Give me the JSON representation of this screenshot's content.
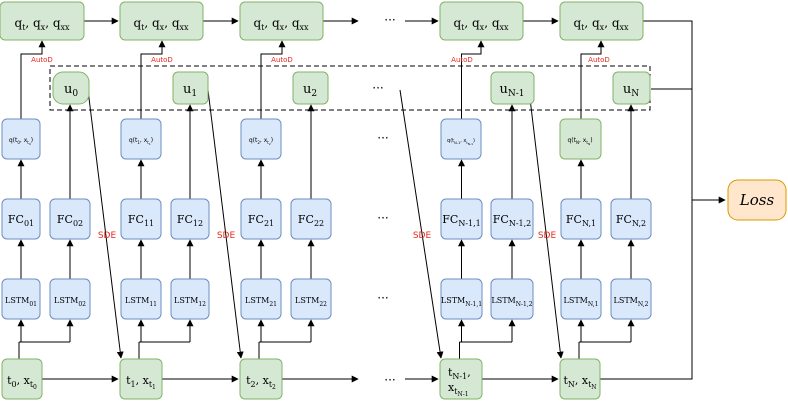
{
  "top_nodes": [
    {
      "label": "q",
      "sub": "t",
      "rest": ", q",
      "sub2": "x",
      "rest2": ", q",
      "sub3": "xx"
    },
    {
      "label": "q",
      "sub": "t",
      "rest": ", q",
      "sub2": "x",
      "rest2": ", q",
      "sub3": "xx"
    },
    {
      "label": "q",
      "sub": "t",
      "rest": ", q",
      "sub2": "x",
      "rest2": ", q",
      "sub3": "xx"
    },
    {
      "label": "q",
      "sub": "t",
      "rest": ", q",
      "sub2": "x",
      "rest2": ", q",
      "sub3": "xx"
    },
    {
      "label": "q",
      "sub": "t",
      "rest": ", q",
      "sub2": "x",
      "rest2": ", q",
      "sub3": "xx"
    }
  ],
  "autod_label": "AutoD",
  "sde_label": "SDE",
  "dots": "···",
  "u_nodes": [
    {
      "base": "u",
      "sub": "0"
    },
    {
      "base": "u",
      "sub": "1"
    },
    {
      "base": "u",
      "sub": "2"
    },
    {
      "base": "u",
      "sub": "N-1"
    },
    {
      "base": "u",
      "sub": "N"
    }
  ],
  "q_nodes": [
    {
      "pre": "q(t",
      "s1": "0",
      "mid": ", x",
      "s2": "t",
      "s3": "0",
      "post": ")"
    },
    {
      "pre": "q(t",
      "s1": "1",
      "mid": ", x",
      "s2": "t",
      "s3": "1",
      "post": ")"
    },
    {
      "pre": "q(t",
      "s1": "2",
      "mid": ", x",
      "s2": "t",
      "s3": "2",
      "post": ")"
    },
    {
      "pre": "q(t",
      "s1": "N-1",
      "mid": ", x",
      "s2": "t",
      "s3": "N-1",
      "post": ")"
    },
    {
      "pre": "q(t",
      "s1": "N",
      "mid": ", x",
      "s2": "t",
      "s3": "N",
      "post": ")"
    }
  ],
  "fc_nodes": [
    {
      "base": "FC",
      "sub": "01"
    },
    {
      "base": "FC",
      "sub": "02"
    },
    {
      "base": "FC",
      "sub": "11"
    },
    {
      "base": "FC",
      "sub": "12"
    },
    {
      "base": "FC",
      "sub": "21"
    },
    {
      "base": "FC",
      "sub": "22"
    },
    {
      "base": "FC",
      "sub": "N-1,1"
    },
    {
      "base": "FC",
      "sub": "N-1,2"
    },
    {
      "base": "FC",
      "sub": "N,1"
    },
    {
      "base": "FC",
      "sub": "N,2"
    }
  ],
  "lstm_nodes": [
    {
      "base": "LSTM",
      "sub": "01"
    },
    {
      "base": "LSTM",
      "sub": "02"
    },
    {
      "base": "LSTM",
      "sub": "11"
    },
    {
      "base": "LSTM",
      "sub": "12"
    },
    {
      "base": "LSTM",
      "sub": "21"
    },
    {
      "base": "LSTM",
      "sub": "22"
    },
    {
      "base": "LSTM",
      "sub": "N-1,1"
    },
    {
      "base": "LSTM",
      "sub": "N-1,2"
    },
    {
      "base": "LSTM",
      "sub": "N,1"
    },
    {
      "base": "LSTM",
      "sub": "N,2"
    }
  ],
  "tx_nodes": [
    {
      "t": "t",
      "ts": "0",
      "x": ", x",
      "xs": "t",
      "xss": "0"
    },
    {
      "t": "t",
      "ts": "1",
      "x": ", x",
      "xs": "t",
      "xss": "1"
    },
    {
      "t": "t",
      "ts": "2",
      "x": ", x",
      "xs": "t",
      "xss": "2"
    },
    {
      "t": "t",
      "ts": "N-1",
      "x": ",",
      "x2": "x",
      "xs": "t",
      "xss": "N-1"
    },
    {
      "t": "t",
      "ts": "N",
      "x": ", x",
      "xs": "t",
      "xss": "N"
    }
  ],
  "loss_label": "Loss"
}
